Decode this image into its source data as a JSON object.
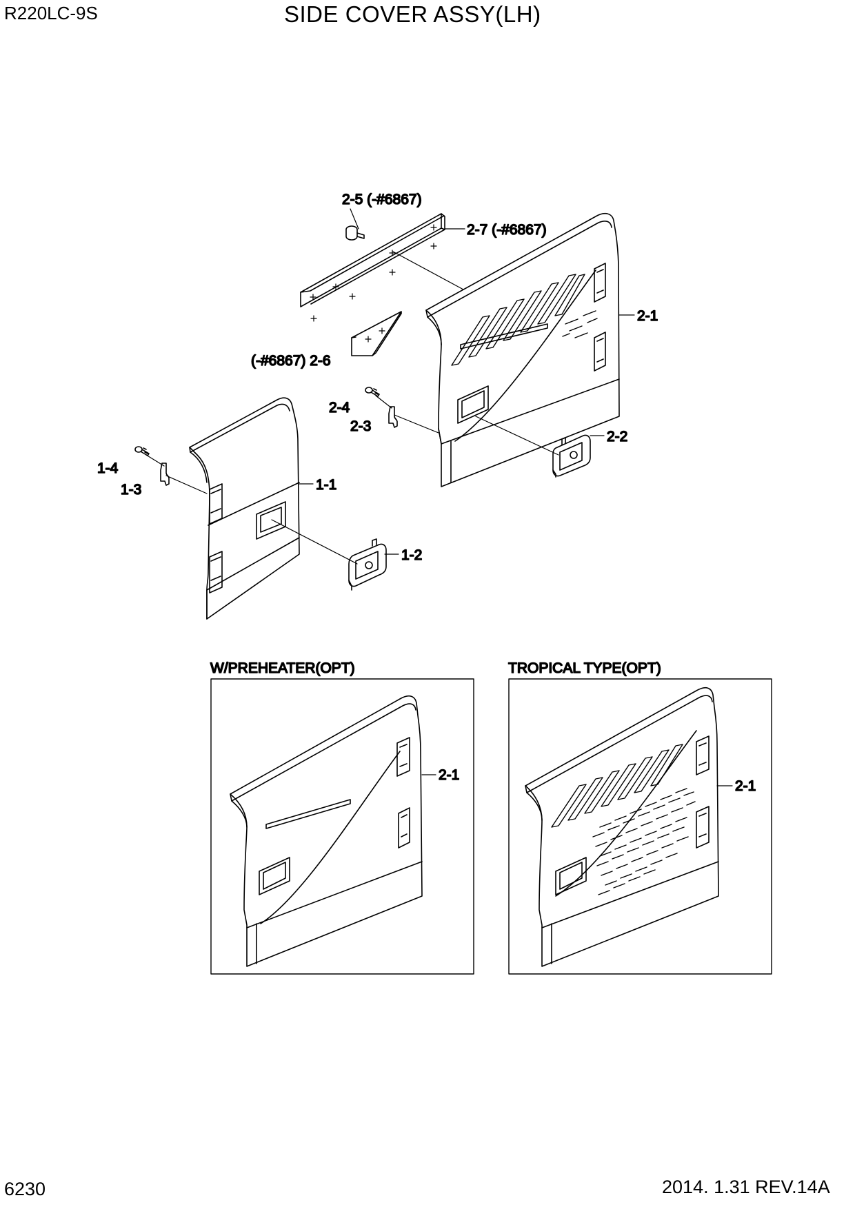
{
  "header": {
    "model": "R220LC-9S",
    "title": "SIDE COVER ASSY(LH)"
  },
  "footer": {
    "page_number": "6230",
    "revision": "2014. 1.31  REV.14A"
  },
  "callouts": {
    "c2_5": "2-5 (-#6867)",
    "c2_7": "2-7 (-#6867)",
    "c2_1_main": "2-1",
    "c2_6": "(-#6867) 2-6",
    "c2_4": "2-4",
    "c2_3": "2-3",
    "c2_2": "2-2",
    "c1_4": "1-4",
    "c1_3": "1-3",
    "c1_1": "1-1",
    "c1_2": "1-2",
    "c2_1_preheater": "2-1",
    "c2_1_tropical": "2-1"
  },
  "insets": {
    "preheater": {
      "caption": "W/PREHEATER(OPT)"
    },
    "tropical": {
      "caption": "TROPICAL TYPE(OPT)"
    }
  },
  "colors": {
    "line": "#000000",
    "background": "#ffffff"
  }
}
